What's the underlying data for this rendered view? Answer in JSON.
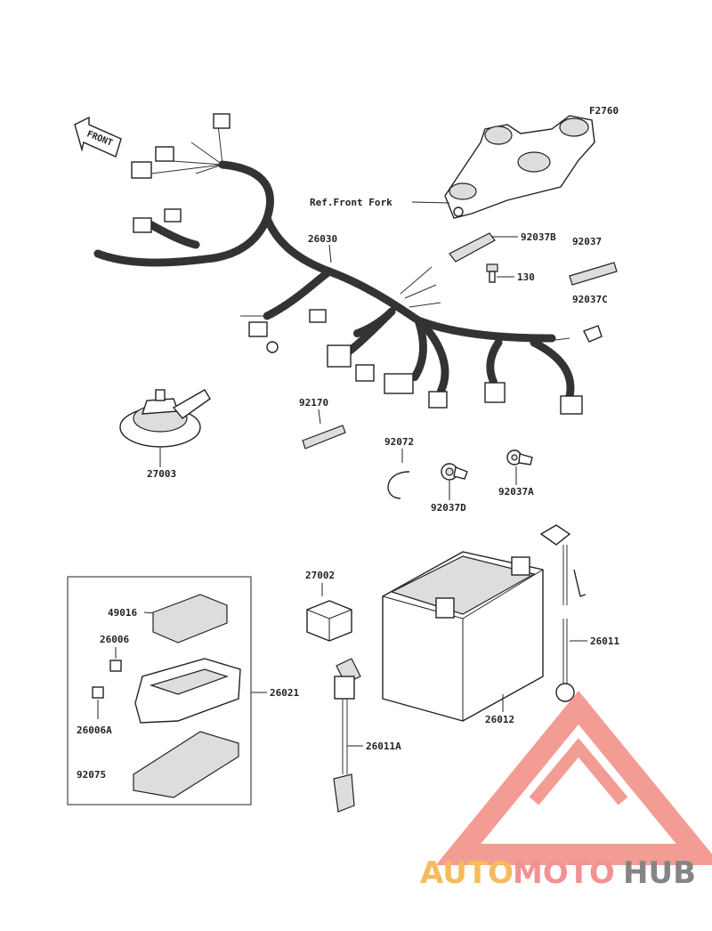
{
  "figure_code": "F2760",
  "front_arrow": "FRONT",
  "ref_note": "Ref.Front Fork",
  "parts": {
    "harness": "26030",
    "bracket_b": "92037B",
    "bracket": "92037",
    "bracket_c": "92037C",
    "bolt": "130",
    "horn": "27003",
    "band": "92170",
    "clamp": "92072",
    "clamp_d": "92037D",
    "clamp_a": "92037A",
    "relay": "27002",
    "fuse_cover": "49016",
    "fuse": "26006",
    "fuse_a": "26006A",
    "fuse_box": "26021",
    "fuse_case": "92075",
    "battery": "26012",
    "lead": "26011",
    "lead_a": "26011A"
  },
  "watermark": {
    "brand_part1": "AUTO",
    "brand_part2": "MOTO",
    "brand_part3": "HUB",
    "colors": {
      "orange": "#f5b041",
      "red": "#f08080",
      "gray": "#707070",
      "triangle": "#f28b82"
    }
  }
}
